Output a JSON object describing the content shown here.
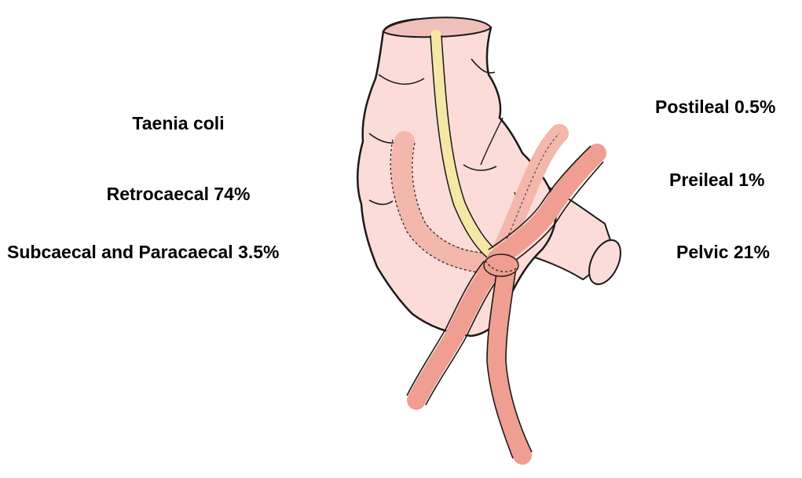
{
  "labels": {
    "taenia_coli": "Taenia coli",
    "retrocaecal": "Retrocaecal 74%",
    "subcaecal_paracaecal": "Subcaecal and Paracaecal 3.5%",
    "postileal": "Postileal 0.5%",
    "preileal": "Preileal 1%",
    "pelvic": "Pelvic 21%"
  },
  "colors": {
    "caecum_fill": "#FBDCD8",
    "caecum_shade": "#F2C0BA",
    "appendix_fill": "#EF9E91",
    "appendix_faint": "#F4B7AC",
    "taenia_fill": "#F6E7A6",
    "outline": "#1a1a1a",
    "text": "#000000"
  }
}
